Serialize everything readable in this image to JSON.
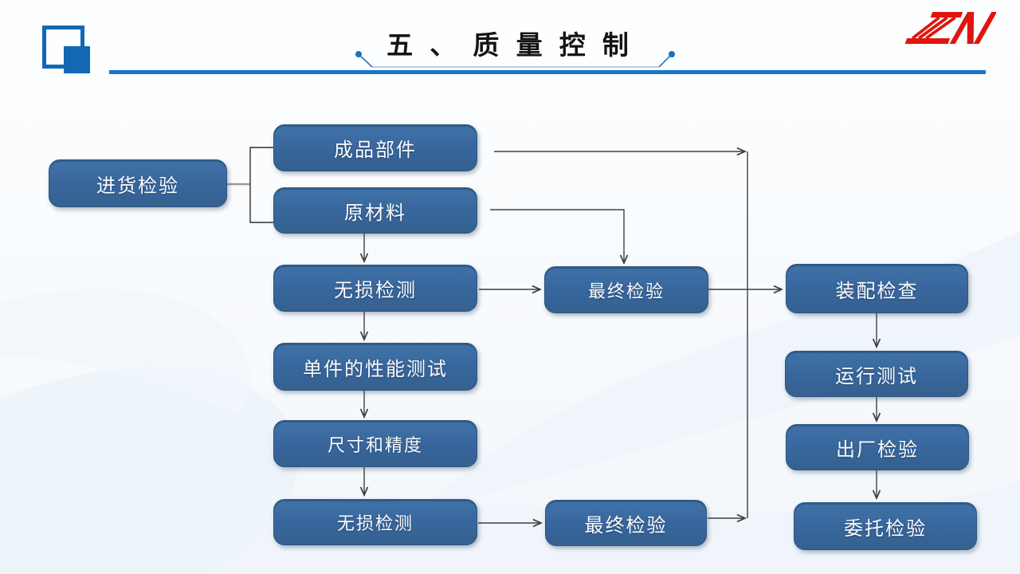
{
  "slide": {
    "title": "五 、 质 量 控 制",
    "logo_text": "ZN"
  },
  "colors": {
    "accent_blue": "#1577c8",
    "header_icon_blue": "#1268b3",
    "node_fill": "#3a6ba1",
    "node_border": "#2b5681",
    "node_text": "#fbfcfd",
    "connector": "#3f3f3f",
    "bracket": "#2f2f2f",
    "stub_gray": "#9a9a9a",
    "logo_red": "#e0150f"
  },
  "nodes": [
    {
      "id": "incoming-inspection",
      "label": "进货检验"
    },
    {
      "id": "finished-parts",
      "label": "成品部件"
    },
    {
      "id": "raw-material",
      "label": "原材料"
    },
    {
      "id": "ndt-upper",
      "label": "无损检测"
    },
    {
      "id": "unit-performance-test",
      "label": "单件的性能测试"
    },
    {
      "id": "dimension-and-precision",
      "label": "尺寸和精度"
    },
    {
      "id": "ndt-lower",
      "label": "无损检测"
    },
    {
      "id": "final-inspection-middle",
      "label": "最终检验"
    },
    {
      "id": "final-inspection-bottom",
      "label": "最终检验"
    },
    {
      "id": "assembly-check",
      "label": "装配检查"
    },
    {
      "id": "running-test",
      "label": "运行测试"
    },
    {
      "id": "factory-inspection",
      "label": "出厂检验"
    },
    {
      "id": "commissioned-inspection",
      "label": "委托检验"
    }
  ]
}
